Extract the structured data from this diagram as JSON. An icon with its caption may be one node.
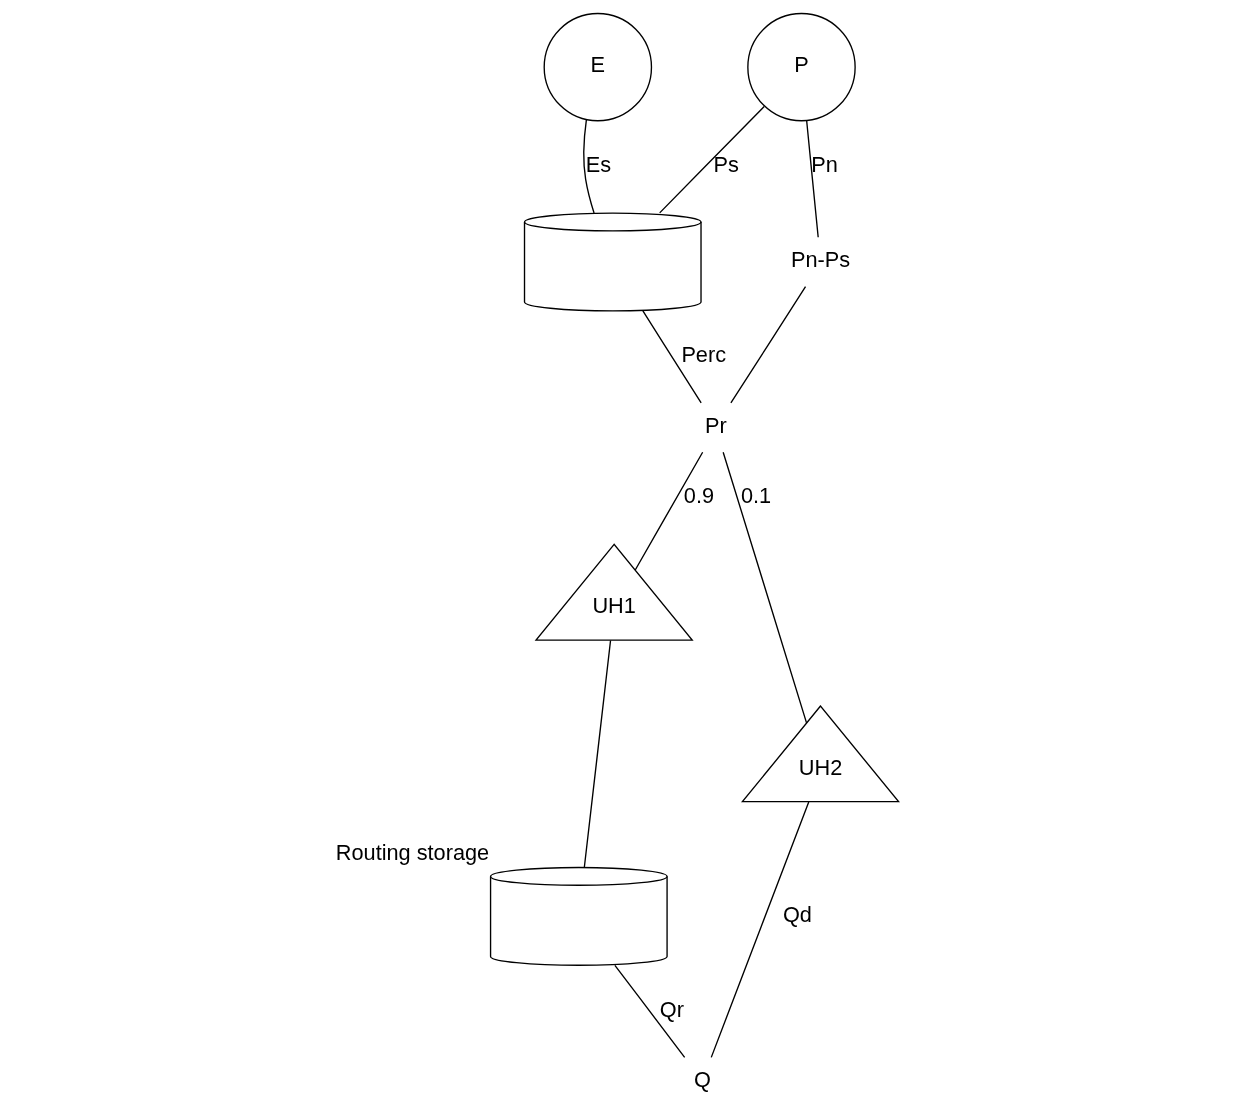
{
  "diagram": {
    "nodes": [
      {
        "text": [
          "E"
        ]
      },
      {
        "text": [
          "P"
        ]
      },
      {
        "text": [],
        "shape": "cylinder"
      },
      {
        "text": [
          "Pn-Ps"
        ]
      },
      {
        "text": [
          "Pr"
        ]
      },
      {
        "text": [
          "UH1"
        ]
      },
      {
        "text": [
          "UH2"
        ]
      },
      {
        "text": [],
        "shape": "cylinder",
        "beside": [
          "Routing storage"
        ]
      },
      {
        "text": [
          "Q"
        ]
      }
    ],
    "edges": [
      {
        "from": 0,
        "to": 2,
        "arrow": "none",
        "label": "Es"
      },
      {
        "from": 1,
        "to": 2,
        "arrow": "none",
        "label": "Ps"
      },
      {
        "from": 1,
        "to": 3,
        "arrow": "none",
        "label": "Pn"
      },
      {
        "from": 3,
        "to": 4,
        "arrow": "none"
      },
      {
        "from": 2,
        "to": 4,
        "arrow": "none",
        "label": "Perc"
      },
      {
        "from": 4,
        "to": 6,
        "arrow": "none",
        "label": "0.1"
      },
      {
        "from": 4,
        "to": 5,
        "arrow": "none",
        "label": "0.9"
      },
      {
        "from": 5,
        "to": 7,
        "arrow": "none"
      },
      {
        "from": 7,
        "to": 8,
        "arrow": "none",
        "label": "Qr"
      },
      {
        "from": 6,
        "to": 8,
        "arrow": "none",
        "label": "Qd"
      }
    ]
  }
}
